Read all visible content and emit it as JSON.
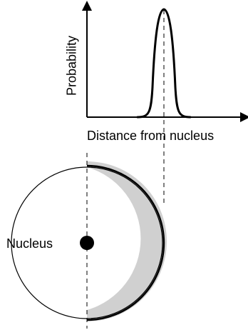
{
  "graph": {
    "y_axis_label": "Probability",
    "x_axis_label": "Distance from nucleus"
  },
  "atom": {
    "nucleus_label": "Nucleus"
  },
  "colors": {
    "ink": "#000000",
    "background": "#ffffff"
  }
}
